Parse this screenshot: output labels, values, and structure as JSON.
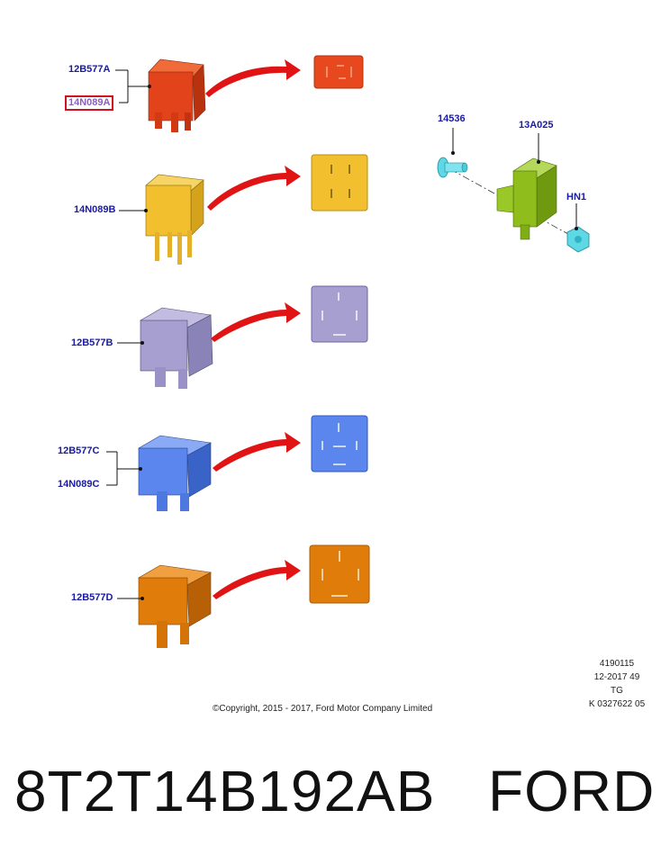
{
  "relays": [
    {
      "labels": [
        "12B577A",
        "14N089A"
      ],
      "highlighted": "14N089A",
      "color": "#e8481e"
    },
    {
      "labels": [
        "14N089B"
      ],
      "color": "#f2bf2e"
    },
    {
      "labels": [
        "12B577B"
      ],
      "color": "#a79fd0"
    },
    {
      "labels": [
        "12B577C",
        "14N089C"
      ],
      "color": "#5b86ee"
    },
    {
      "labels": [
        "12B577D"
      ],
      "color": "#e07d0a"
    }
  ],
  "bracket_parts": {
    "screw": "14536",
    "holder": "13A025",
    "nut": "HN1",
    "holder_color": "#8fbd1c",
    "fastener_color": "#5fd8e6"
  },
  "arrow_color": "#e01414",
  "copyright": "©Copyright, 2015 - 2017, Ford Motor Company Limited",
  "meta": {
    "line1": "4190115",
    "line2": "12-2017 49",
    "line3": "TG",
    "line4": "K 0327622 05"
  },
  "part_number": "8T2T14B192AB",
  "brand": "FORD"
}
